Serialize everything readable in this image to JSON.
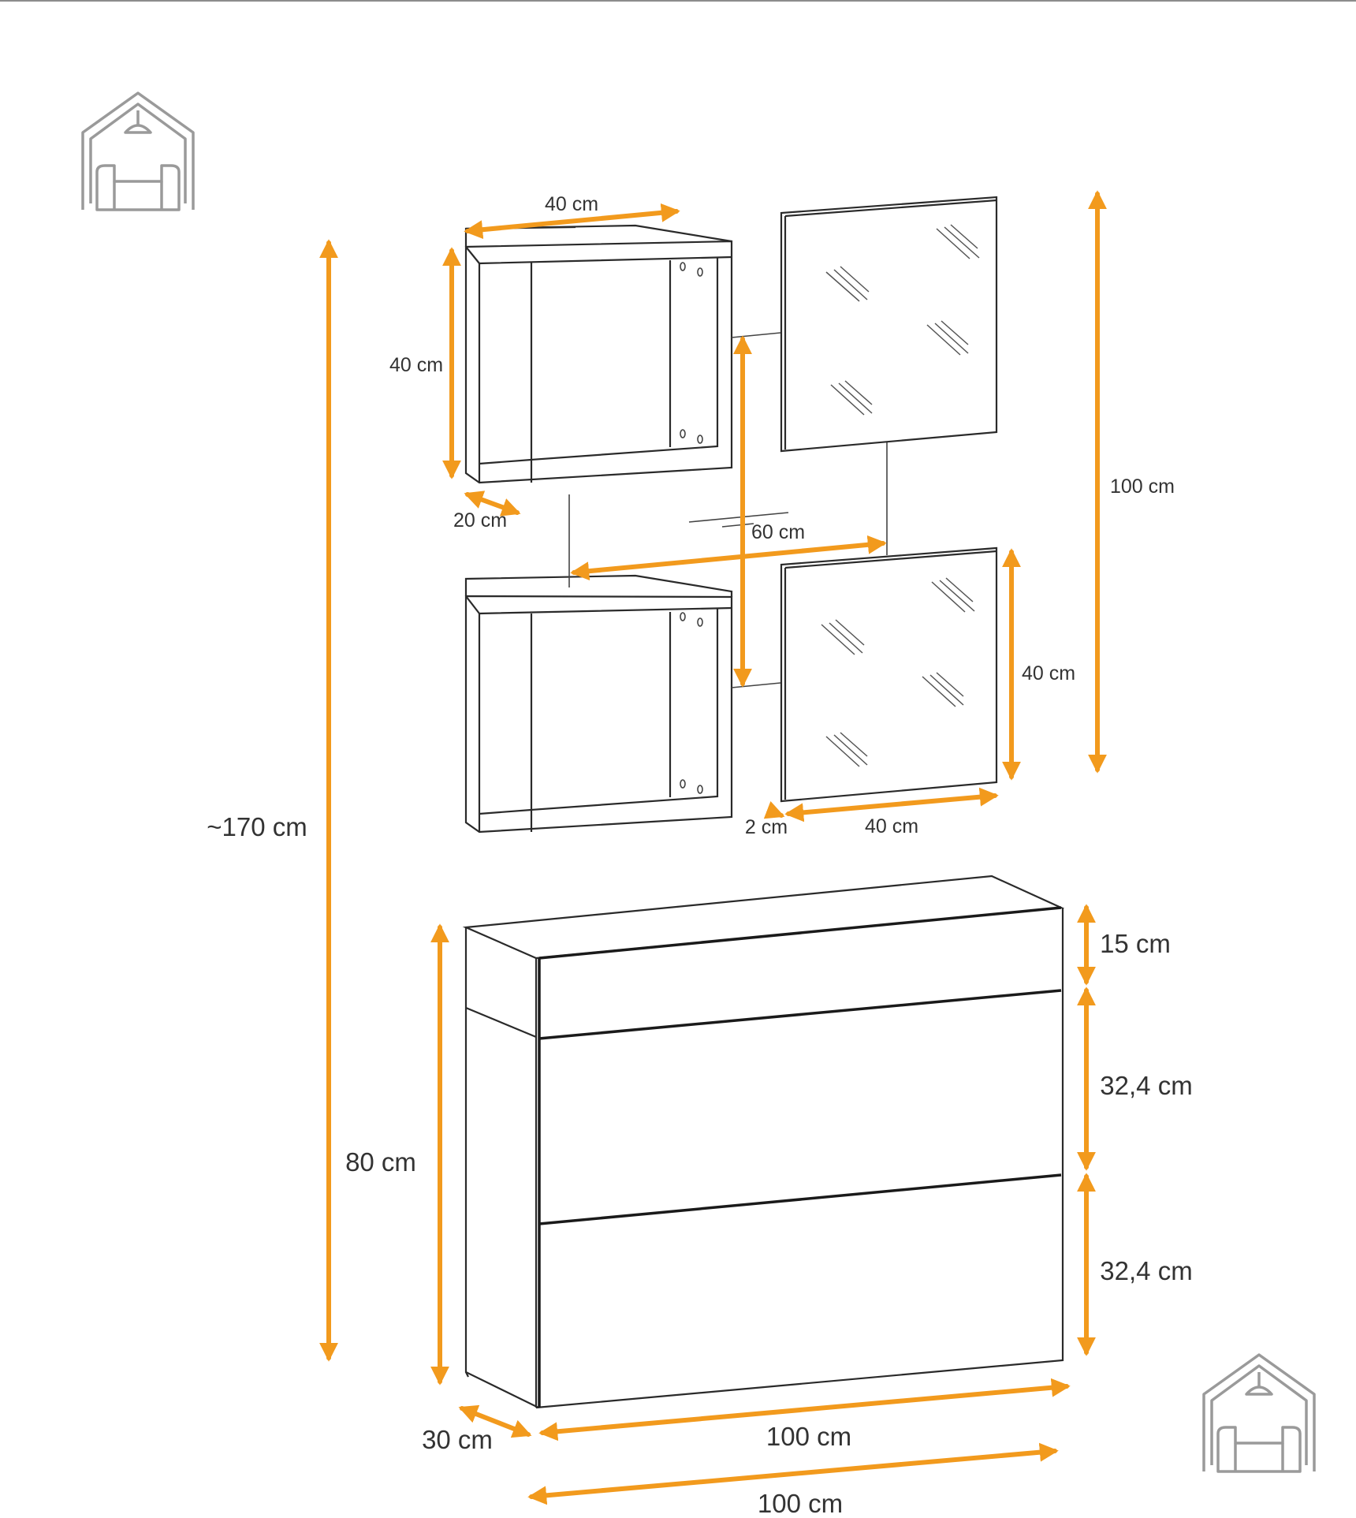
{
  "diagram": {
    "accent_color": "#F29A1D",
    "line_color": "#2A2A2A",
    "logo_icon": "house-sofa-icon",
    "labels": {
      "cube_width": "40 cm",
      "cube_height": "40 cm",
      "cube_depth": "20 cm",
      "cube_spacing": "60 cm",
      "mirror_set_height": "100 cm",
      "mirror_height": "40 cm",
      "mirror_gap": "2 cm",
      "mirror_width": "40 cm",
      "total_height": "~170 cm",
      "drawer_top_height": "15 cm",
      "drawer_mid_height": "32,4 cm",
      "drawer_bottom_height": "32,4 cm",
      "cabinet_height": "80 cm",
      "cabinet_depth": "30 cm",
      "cabinet_front_width": "100 cm",
      "cabinet_width": "100 cm"
    }
  }
}
